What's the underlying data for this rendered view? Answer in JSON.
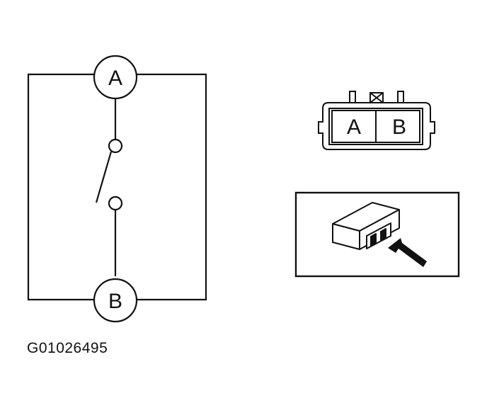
{
  "schematic": {
    "terminal_a": "A",
    "terminal_b": "B"
  },
  "connector": {
    "pin_a": "A",
    "pin_b": "B"
  },
  "figure_id": "G01026495"
}
